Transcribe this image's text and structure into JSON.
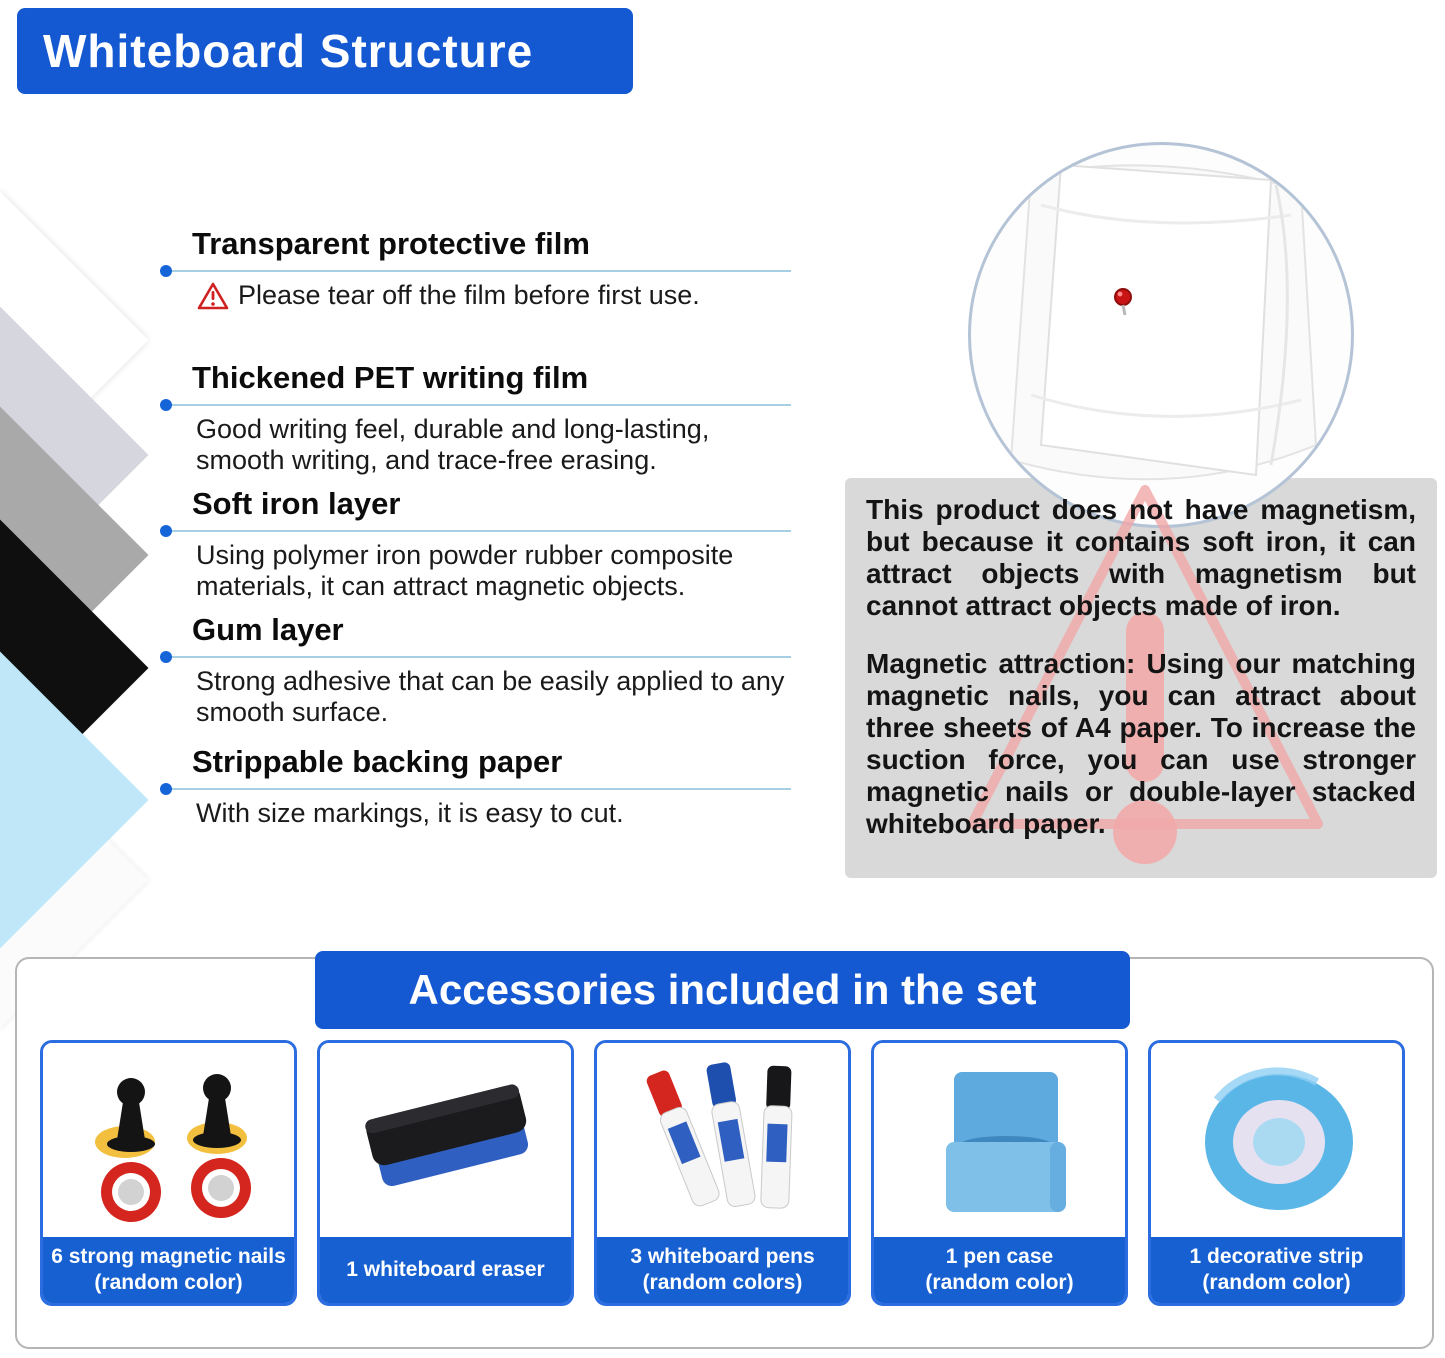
{
  "banner": {
    "title": "Whiteboard Structure"
  },
  "layers": [
    {
      "title": "Transparent protective film",
      "description": "Please tear off the film before first use."
    },
    {
      "title": "Thickened PET writing film",
      "description": "Good writing feel, durable and long-lasting, smooth writing, and trace-free erasing."
    },
    {
      "title": "Soft iron layer",
      "description": "Using polymer iron powder rubber composite materials, it can attract magnetic objects."
    },
    {
      "title": "Gum layer",
      "description": "Strong adhesive that can be easily applied to any smooth surface."
    },
    {
      "title": "Strippable backing paper",
      "description": "With size markings, it is easy to cut."
    }
  ],
  "notice": {
    "paragraph1": "This product does not have magnetism, but because it contains soft iron, it can attract objects with magnetism but cannot attract objects made of iron.",
    "paragraph2": "Magnetic attraction: Using our matching magnetic nails, you can attract about three sheets of A4 paper. To increase the suction force, you can use stronger magnetic nails or double-layer stacked whiteboard paper."
  },
  "accessories": {
    "title": "Accessories included in the set",
    "items": [
      {
        "line1": "6 strong magnetic nails",
        "line2": "(random color)"
      },
      {
        "line1": "1 whiteboard eraser",
        "line2": ""
      },
      {
        "line1": "3 whiteboard pens",
        "line2": "(random colors)"
      },
      {
        "line1": "1 pen case",
        "line2": "(random color)"
      },
      {
        "line1": "1 decorative strip",
        "line2": "(random color)"
      }
    ]
  },
  "colors": {
    "accent_blue": "#1459d2",
    "card_border_blue": "#2b6de0",
    "layer_light_blue": "#bfe7f8",
    "warning_pink": "#f0a6a6",
    "warning_red": "#d02020",
    "notice_gray": "#d9d9d9"
  }
}
